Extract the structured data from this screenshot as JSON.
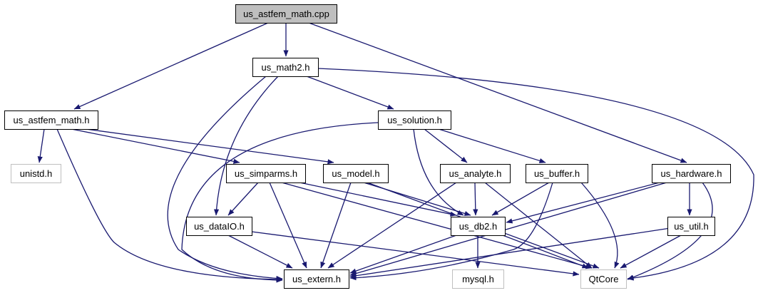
{
  "graph": {
    "nodes": [
      {
        "id": "root",
        "label": "us_astfem_math.cpp",
        "kind": "root"
      },
      {
        "id": "math2",
        "label": "us_math2.h",
        "kind": "header"
      },
      {
        "id": "astfem_h",
        "label": "us_astfem_math.h",
        "kind": "header"
      },
      {
        "id": "solution",
        "label": "us_solution.h",
        "kind": "header"
      },
      {
        "id": "unistd",
        "label": "unistd.h",
        "kind": "external"
      },
      {
        "id": "simparms",
        "label": "us_simparms.h",
        "kind": "header"
      },
      {
        "id": "model",
        "label": "us_model.h",
        "kind": "header"
      },
      {
        "id": "analyte",
        "label": "us_analyte.h",
        "kind": "header"
      },
      {
        "id": "buffer",
        "label": "us_buffer.h",
        "kind": "header"
      },
      {
        "id": "hardware",
        "label": "us_hardware.h",
        "kind": "header"
      },
      {
        "id": "dataio",
        "label": "us_dataIO.h",
        "kind": "header"
      },
      {
        "id": "db2",
        "label": "us_db2.h",
        "kind": "header"
      },
      {
        "id": "util",
        "label": "us_util.h",
        "kind": "header"
      },
      {
        "id": "extern",
        "label": "us_extern.h",
        "kind": "header"
      },
      {
        "id": "mysql",
        "label": "mysql.h",
        "kind": "external"
      },
      {
        "id": "qtcore",
        "label": "QtCore",
        "kind": "external"
      }
    ],
    "edges": [
      [
        "root",
        "math2"
      ],
      [
        "root",
        "astfem_h"
      ],
      [
        "root",
        "hardware"
      ],
      [
        "math2",
        "solution"
      ],
      [
        "math2",
        "dataio"
      ],
      [
        "math2",
        "extern"
      ],
      [
        "math2",
        "qtcore"
      ],
      [
        "astfem_h",
        "unistd"
      ],
      [
        "astfem_h",
        "simparms"
      ],
      [
        "astfem_h",
        "model"
      ],
      [
        "astfem_h",
        "extern"
      ],
      [
        "solution",
        "analyte"
      ],
      [
        "solution",
        "buffer"
      ],
      [
        "solution",
        "db2"
      ],
      [
        "solution",
        "extern"
      ],
      [
        "simparms",
        "dataio"
      ],
      [
        "simparms",
        "db2"
      ],
      [
        "simparms",
        "extern"
      ],
      [
        "simparms",
        "qtcore"
      ],
      [
        "model",
        "db2"
      ],
      [
        "model",
        "extern"
      ],
      [
        "model",
        "qtcore"
      ],
      [
        "analyte",
        "db2"
      ],
      [
        "analyte",
        "extern"
      ],
      [
        "analyte",
        "qtcore"
      ],
      [
        "buffer",
        "db2"
      ],
      [
        "buffer",
        "extern"
      ],
      [
        "buffer",
        "qtcore"
      ],
      [
        "hardware",
        "util"
      ],
      [
        "hardware",
        "db2"
      ],
      [
        "hardware",
        "extern"
      ],
      [
        "hardware",
        "qtcore"
      ],
      [
        "dataio",
        "extern"
      ],
      [
        "dataio",
        "qtcore"
      ],
      [
        "db2",
        "mysql"
      ],
      [
        "db2",
        "extern"
      ],
      [
        "db2",
        "qtcore"
      ],
      [
        "util",
        "extern"
      ],
      [
        "util",
        "qtcore"
      ]
    ],
    "colors": {
      "edge": "#191970",
      "node_border": "#000000",
      "external_border": "#bfbfbf",
      "root_fill": "#bfbfbf",
      "node_fill": "#ffffff"
    }
  }
}
